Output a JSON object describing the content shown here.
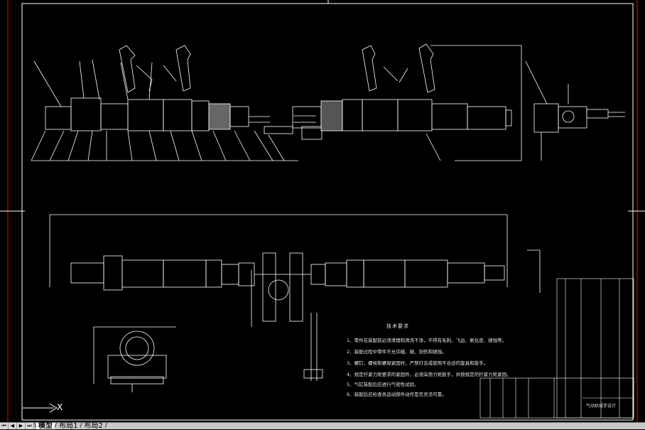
{
  "drawing": {
    "tech_requirements_title": "技术要求",
    "tech_requirements": [
      "1、零件在装配前必须清理和清洗干净，不得有毛刺、飞边、氧化皮、锈蚀等。",
      "2、装配过程中零件不允许磕、碰、划伤和锈蚀。",
      "3、螺钉、螺栓和螺母紧固时，严禁打击或使用不合适的旋具和扳手。",
      "4、规定拧紧力矩要求的紧固件，必须采用力矩扳手，并按规定的拧紧力矩紧固。",
      "5、气缸装配后应进行气密性试验。",
      "6、装配后应检查各运动部件动作是否灵活可靠。"
    ],
    "title_block_text": [
      "气动机械手设计",
      ""
    ],
    "ucs_axis_label": "X"
  },
  "layout_tabs": {
    "tabs": [
      "模型",
      "布局1",
      "布局2"
    ],
    "active_index": 0,
    "nav_buttons": [
      "first-icon",
      "prev-icon",
      "next-icon",
      "last-icon"
    ]
  },
  "colors": {
    "background": "#000000",
    "lines": "#ffffff",
    "frame_red": "#ff0000",
    "tabbar": "#c8c8c8"
  }
}
